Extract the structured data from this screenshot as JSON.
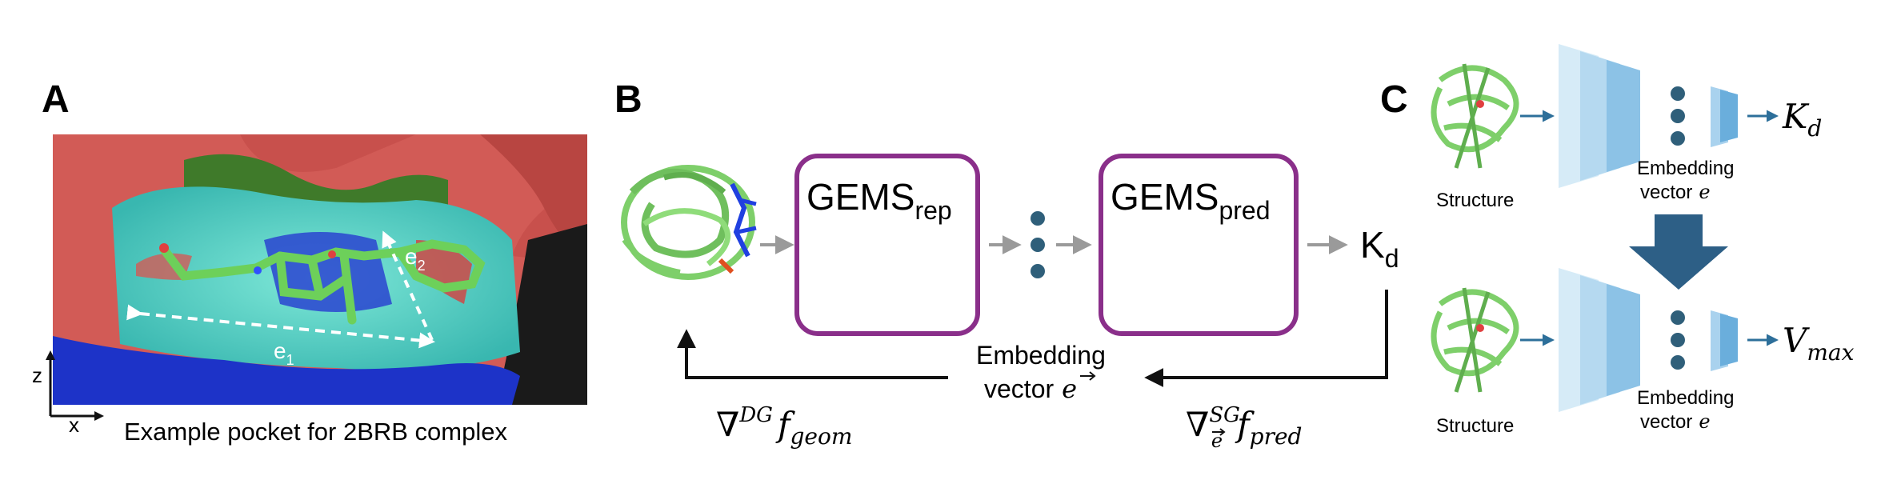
{
  "panels": {
    "a": {
      "letter": "A",
      "caption": "Example pocket for 2BRB complex",
      "axis_z": "z",
      "axis_x": "x",
      "e1": "e",
      "e1_sub": "1",
      "e2": "e",
      "e2_sub": "2"
    },
    "b": {
      "letter": "B",
      "gems_rep": "GEMS",
      "gems_rep_sub": "rep",
      "gems_pred": "GEMS",
      "gems_pred_sub": "pred",
      "kd": "K",
      "kd_sub": "d",
      "embedding_line1": "Embedding",
      "embedding_line2": "vector",
      "grad_geom": "∇",
      "grad_geom_sup": "DG",
      "grad_geom_f": "f",
      "grad_geom_sub": "geom",
      "grad_pred": "∇",
      "grad_pred_sup": "SG",
      "grad_pred_f": "f",
      "grad_pred_sub": "pred",
      "vec_e": "e"
    },
    "c": {
      "letter": "C",
      "structure_top": "Structure",
      "structure_bottom": "Structure",
      "embed_top_1": "Embedding",
      "embed_top_2": "vector",
      "embed_bot_1": "Embedding",
      "embed_bot_2": "vector",
      "out_top": "K",
      "out_top_sub": "d",
      "out_bot": "V",
      "out_bot_sub": "max",
      "vec_e": "e"
    }
  },
  "colors": {
    "frame": "#8a2f8a",
    "arrow_gray": "#9a9a9a",
    "dot": "#2f5f7a",
    "big_arrow": "#2d5f86",
    "protein": "#7ecf6a"
  }
}
